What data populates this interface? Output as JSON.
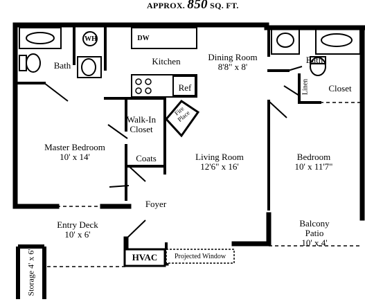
{
  "title": {
    "prefix": "APPROX.",
    "area": "850",
    "unit": "SQ. FT."
  },
  "rooms": {
    "bath_left": "Bath",
    "kitchen": "Kitchen",
    "dining_room": {
      "name": "Dining Room",
      "size": "8'8\" x 8'"
    },
    "bath_right": "Bath",
    "linen": "Linen",
    "closet": "Closet",
    "ref": "Ref",
    "walk_in_closet": {
      "line1": "Walk-In",
      "line2": "Closet"
    },
    "fire_place": {
      "line1": "Fire",
      "line2": "Place"
    },
    "master_bedroom": {
      "name": "Master Bedroom",
      "size": "10' x 14'"
    },
    "living_room": {
      "name": "Living Room",
      "size": "12'6\" x 16'"
    },
    "bedroom": {
      "name": "Bedroom",
      "size": "10' x 11'7\""
    },
    "coats": "Coats",
    "foyer": "Foyer",
    "entry_deck": {
      "name": "Entry Deck",
      "size": "10' x 6'"
    },
    "balcony_patio": {
      "line1": "Balcony",
      "line2": "Patio",
      "size": "10' x 4'"
    },
    "hvac": "HVAC",
    "projected_window": "Projected Window",
    "storage": {
      "name": "Storage",
      "size": "4' x 6'"
    }
  },
  "fixtures": {
    "water_heater": "WH",
    "dishwasher": "DW"
  }
}
